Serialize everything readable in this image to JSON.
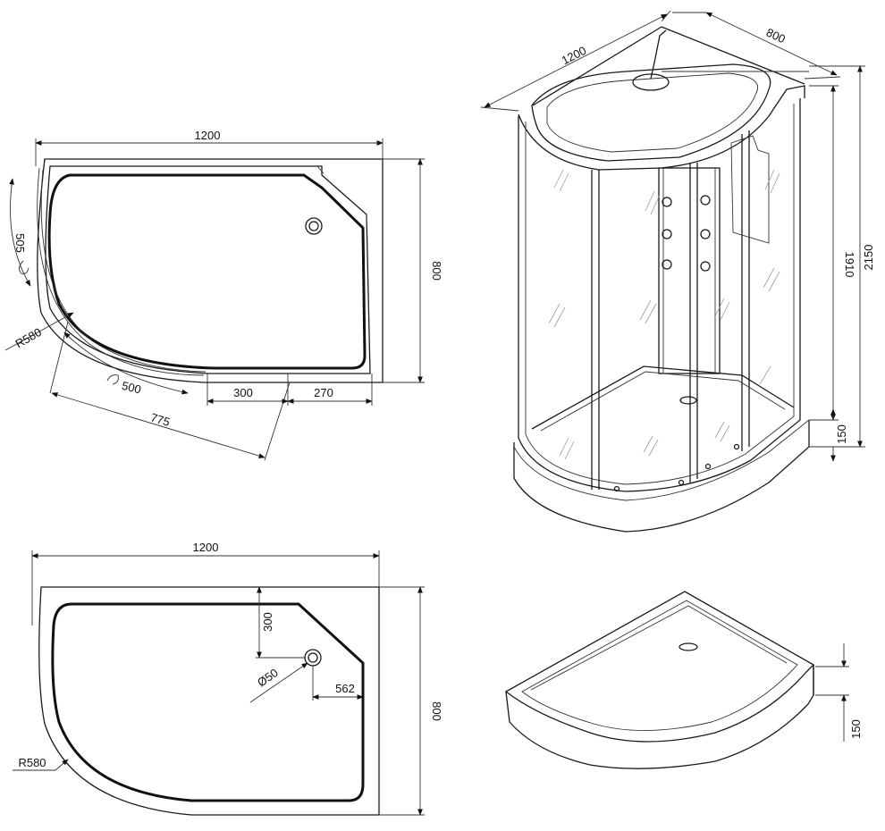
{
  "views": {
    "top_cabin": {
      "dimensions": {
        "width": "1200",
        "depth": "800",
        "side_arc": "505",
        "radius": "R580",
        "front_arc": "500",
        "diagonal": "775",
        "door_opening": "300",
        "side_panel": "270"
      }
    },
    "iso_cabin": {
      "dimensions": {
        "width": "1200",
        "depth": "800",
        "total_height": "2150",
        "cabin_height": "1910",
        "tray_height": "150"
      }
    },
    "top_tray": {
      "dimensions": {
        "width": "1200",
        "depth": "800",
        "drain_offset_y": "300",
        "drain_diameter": "Ø50",
        "drain_offset_x": "562",
        "radius": "R580"
      }
    },
    "iso_tray": {
      "dimensions": {
        "tray_height": "150"
      }
    }
  }
}
